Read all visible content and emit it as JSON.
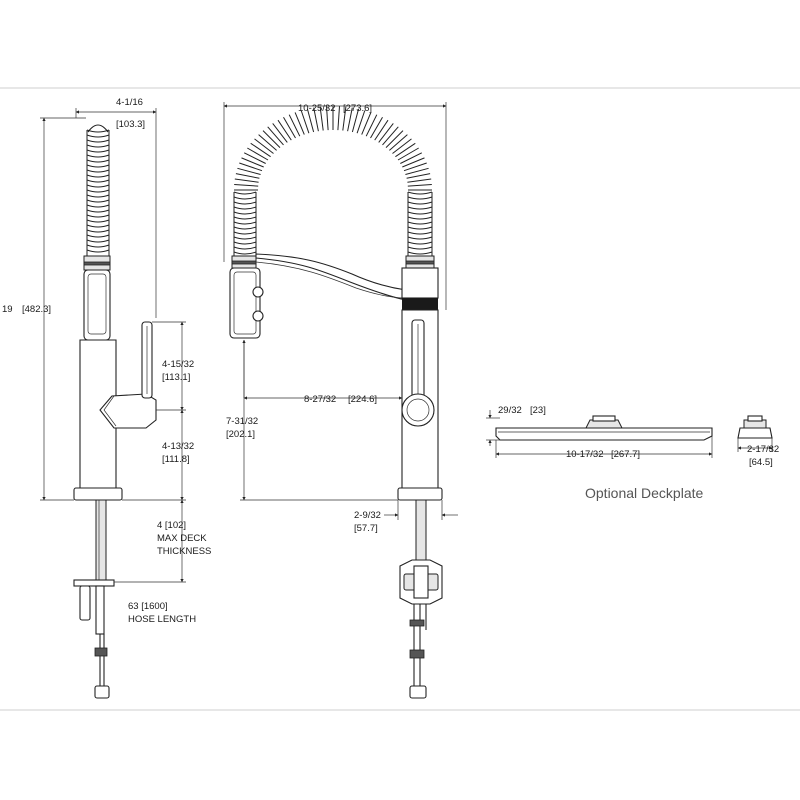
{
  "side_view": {
    "width_dim": "4-1/16",
    "width_dim_mm": "[103.3]",
    "height_dim": "19",
    "height_dim_mm": "[482.3]",
    "handle_dim": "4-15/32",
    "handle_dim_mm": "[113.1]",
    "base_dim": "4-13/32",
    "base_dim_mm": "[111.8]",
    "deck_line1": "4 [102]",
    "deck_line2": "MAX DECK",
    "deck_line3": "THICKNESS",
    "hose_line1": "63 [1600]",
    "hose_line2": "HOSE LENGTH"
  },
  "front_view": {
    "width_dim": "10-25/32",
    "width_dim_mm": "[273.6]",
    "reach_dim": "8-27/32",
    "reach_dim_mm": "[224.6]",
    "spout_height_dim": "7-31/32",
    "spout_height_dim_mm": "[202.1]",
    "base_dim": "2-9/32",
    "base_dim_mm": "[57.7]"
  },
  "deckplate": {
    "height_dim": "29/32",
    "height_dim_mm": "[23]",
    "length_dim": "10-17/32",
    "length_dim_mm": "[267.7]",
    "width_dim": "2-17/32",
    "width_dim_mm": "[64.5]",
    "caption": "Optional Deckplate"
  }
}
